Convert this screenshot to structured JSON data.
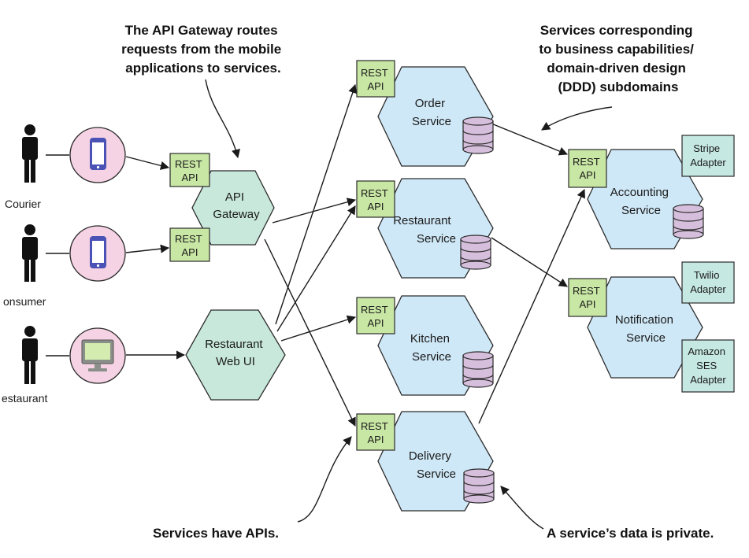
{
  "colors": {
    "service_fill": "#cfe8f7",
    "gateway_fill": "#c8e8dc",
    "rest_fill": "#c8e6a4",
    "adapter_fill": "#c6e8e2",
    "db_fill": "#d6bfdc",
    "device_fill": "#f6d3e4",
    "stroke": "#2b2b2b"
  },
  "annotations": {
    "gateway": [
      "The API Gateway routes",
      "requests from the mobile",
      "applications to services."
    ],
    "capabilities": [
      "Services corresponding",
      "to business capabilities/",
      "domain-driven design",
      "(DDD) subdomains"
    ],
    "apis": "Services have APIs.",
    "private": "A service’s data is private."
  },
  "actors": [
    {
      "label": "Courier",
      "device": "phone-icon"
    },
    {
      "label": "onsumer",
      "device": "phone-icon"
    },
    {
      "label": "estaurant",
      "device": "monitor-icon"
    }
  ],
  "rest_api": [
    "REST",
    "API"
  ],
  "gateway": [
    "API",
    "Gateway"
  ],
  "web_ui": [
    "Restaurant",
    "Web UI"
  ],
  "services": [
    {
      "name": "order",
      "lines": [
        "Order",
        "Service"
      ]
    },
    {
      "name": "restaurant",
      "lines": [
        "Restaurant",
        "Service"
      ]
    },
    {
      "name": "kitchen",
      "lines": [
        "Kitchen",
        "Service"
      ]
    },
    {
      "name": "delivery",
      "lines": [
        "Delivery",
        "Service"
      ]
    },
    {
      "name": "accounting",
      "lines": [
        "Accounting",
        "Service"
      ]
    },
    {
      "name": "notification",
      "lines": [
        "Notification",
        "Service"
      ]
    }
  ],
  "adapters": [
    {
      "name": "stripe",
      "lines": [
        "Stripe",
        "Adapter"
      ]
    },
    {
      "name": "twilio",
      "lines": [
        "Twilio",
        "Adapter"
      ]
    },
    {
      "name": "amazon-ses",
      "lines": [
        "Amazon",
        "SES",
        "Adapter"
      ]
    }
  ]
}
